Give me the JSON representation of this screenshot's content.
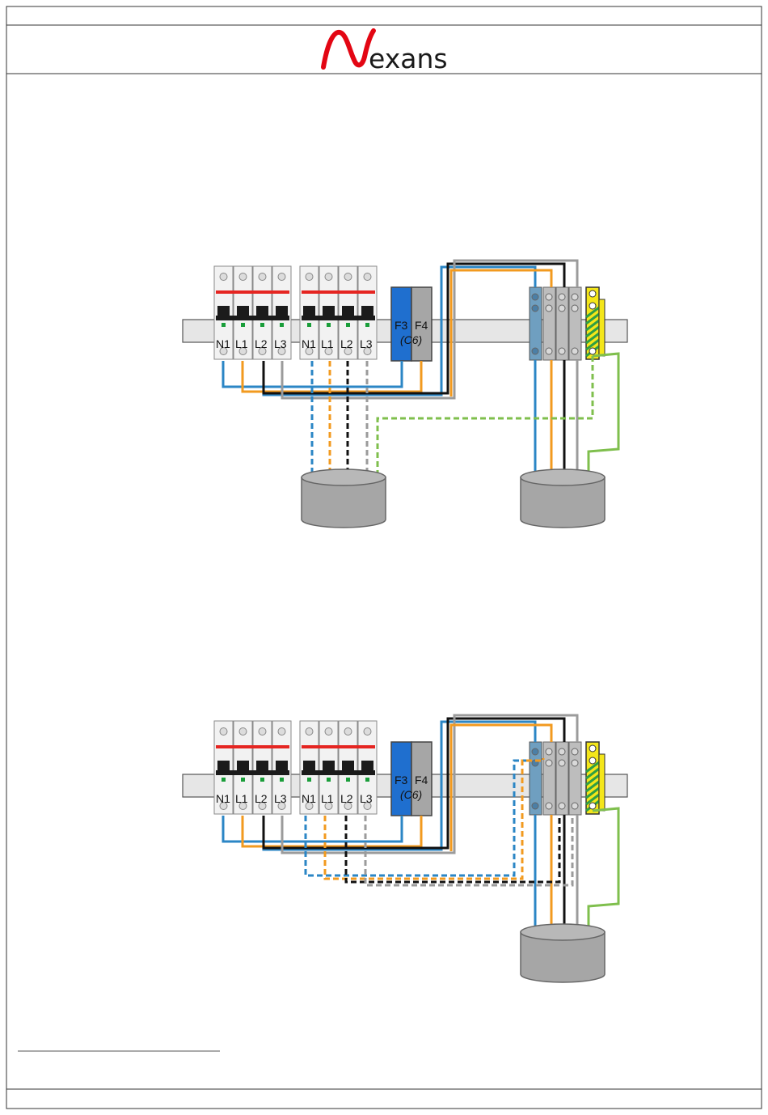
{
  "header": {
    "logo": {
      "name": "exans",
      "mark": "N",
      "mark_color": "#e30613",
      "text_color": "#1a1a1a"
    }
  },
  "colors": {
    "neutral": "#2b86c5",
    "l1": "#f29a1f",
    "l2": "#111111",
    "l3": "#9b9b9b",
    "earth": "#7fbf4d",
    "breaker_red": "#e52521",
    "fuse_blue": "#1f6fcf",
    "fuse_grey": "#a6a6a6",
    "rail": "#e6e6e6",
    "cable_drum": "#a6a6a6",
    "earth_bar_yellow": "#f4e61a",
    "earth_bar_green": "#2f9e44"
  },
  "diagrams": [
    {
      "breaker_groups": [
        {
          "poles": [
            "N1",
            "L1",
            "L2",
            "L3"
          ]
        },
        {
          "poles": [
            "N1",
            "L1",
            "L2",
            "L3"
          ]
        }
      ],
      "fuse": {
        "left": "F3",
        "right": "F4",
        "rating": "(C6)"
      },
      "cables": 2
    },
    {
      "breaker_groups": [
        {
          "poles": [
            "N1",
            "L1",
            "L2",
            "L3"
          ]
        },
        {
          "poles": [
            "N1",
            "L1",
            "L2",
            "L3"
          ]
        }
      ],
      "fuse": {
        "left": "F3",
        "right": "F4",
        "rating": "(C6)"
      },
      "cables": 1
    }
  ]
}
